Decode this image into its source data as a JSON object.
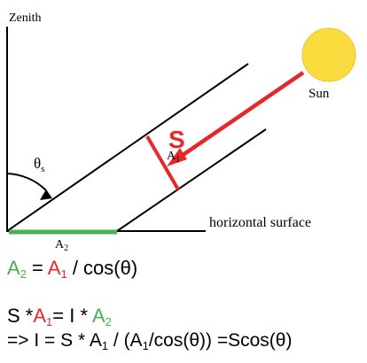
{
  "colors": {
    "green": "#4caf50",
    "red": "#e5282a",
    "sun": "#fbdc3f",
    "sun_stroke": "#f2bf2e",
    "line": "#000000"
  },
  "labels": {
    "zenith": "Zenith",
    "sun": "Sun",
    "theta": "θ",
    "theta_sub": "s",
    "a1": "A",
    "a1_sub": "1",
    "a2": "A",
    "a2_sub": "2",
    "s": "S",
    "horizontal": "horizontal surface"
  },
  "equations": {
    "eq1": {
      "a2": "A",
      "a2_sub": "2",
      "eq": " = ",
      "a1": "A",
      "a1_sub": "1",
      "rest": " / cos(θ)"
    },
    "eq2": {
      "s": "S *",
      "a1": "A",
      "a1_sub": "1",
      "mid": "= I * ",
      "a2": "A",
      "a2_sub": "2"
    },
    "eq3": {
      "pre": "=> I = S * A",
      "sub1": "1",
      "mid": " / (A",
      "sub2": "1",
      "post": "/cos(θ)) =Scos(θ)"
    }
  }
}
